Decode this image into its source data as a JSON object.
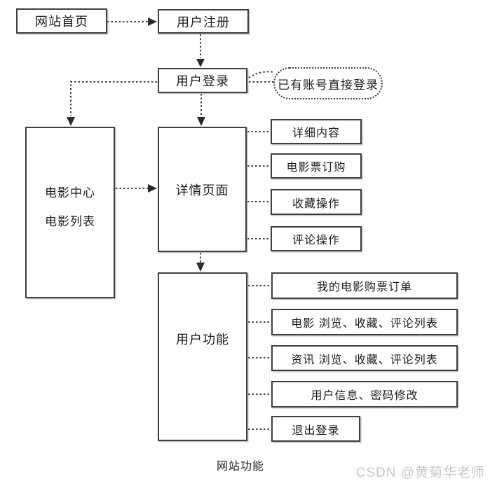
{
  "diagram": {
    "caption": "网站功能",
    "watermark": "CSDN @黄菊华老师",
    "colors": {
      "border": "#3f3f3f",
      "text": "#1c1c1c",
      "watermark": "#c8c8c8",
      "background": "#ffffff"
    },
    "nodes": {
      "home": {
        "label": "网站首页"
      },
      "register": {
        "label": "用户注册"
      },
      "login": {
        "label": "用户登录"
      },
      "login_note": {
        "label": "已有账号直接登录"
      },
      "movie_center": {
        "line1": "电影中心",
        "line2": "电影列表"
      },
      "detail_page": {
        "label": "详情页面"
      },
      "detail_children": [
        {
          "label": "详细内容"
        },
        {
          "label": "电影票订购"
        },
        {
          "label": "收藏操作"
        },
        {
          "label": "评论操作"
        }
      ],
      "user_functions": {
        "label": "用户功能"
      },
      "user_children": [
        {
          "label": "我的电影购票订单"
        },
        {
          "label": "电影 浏览、收藏、评论列表"
        },
        {
          "label": "资讯 浏览、收藏、评论列表"
        },
        {
          "label": "用户信息、密码修改"
        },
        {
          "label": "退出登录"
        }
      ]
    }
  }
}
